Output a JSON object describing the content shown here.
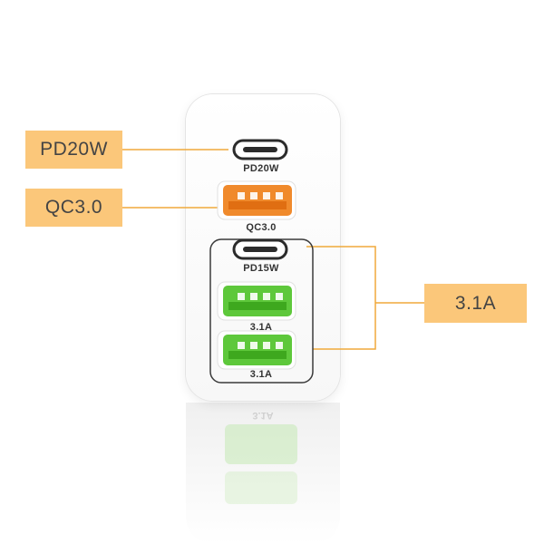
{
  "callouts": {
    "pd": "PD20W",
    "qc": "QC3.0",
    "group": "3.1A"
  },
  "ports": {
    "usb_c_top_label": "PD20W",
    "usb_a_orange_label": "QC3.0",
    "usb_c_mid_label": "PD15W",
    "usb_a_green_1_label": "3.1A",
    "usb_a_green_2_label": "3.1A",
    "reflection_label": "3.1A"
  },
  "colors": {
    "callout_fill": "#fbc77a",
    "connector_line": "#f0a93b",
    "orange_port": "#f08a2c",
    "green_port": "#5ec83b",
    "usb_c_port": "#2b2b2b"
  }
}
